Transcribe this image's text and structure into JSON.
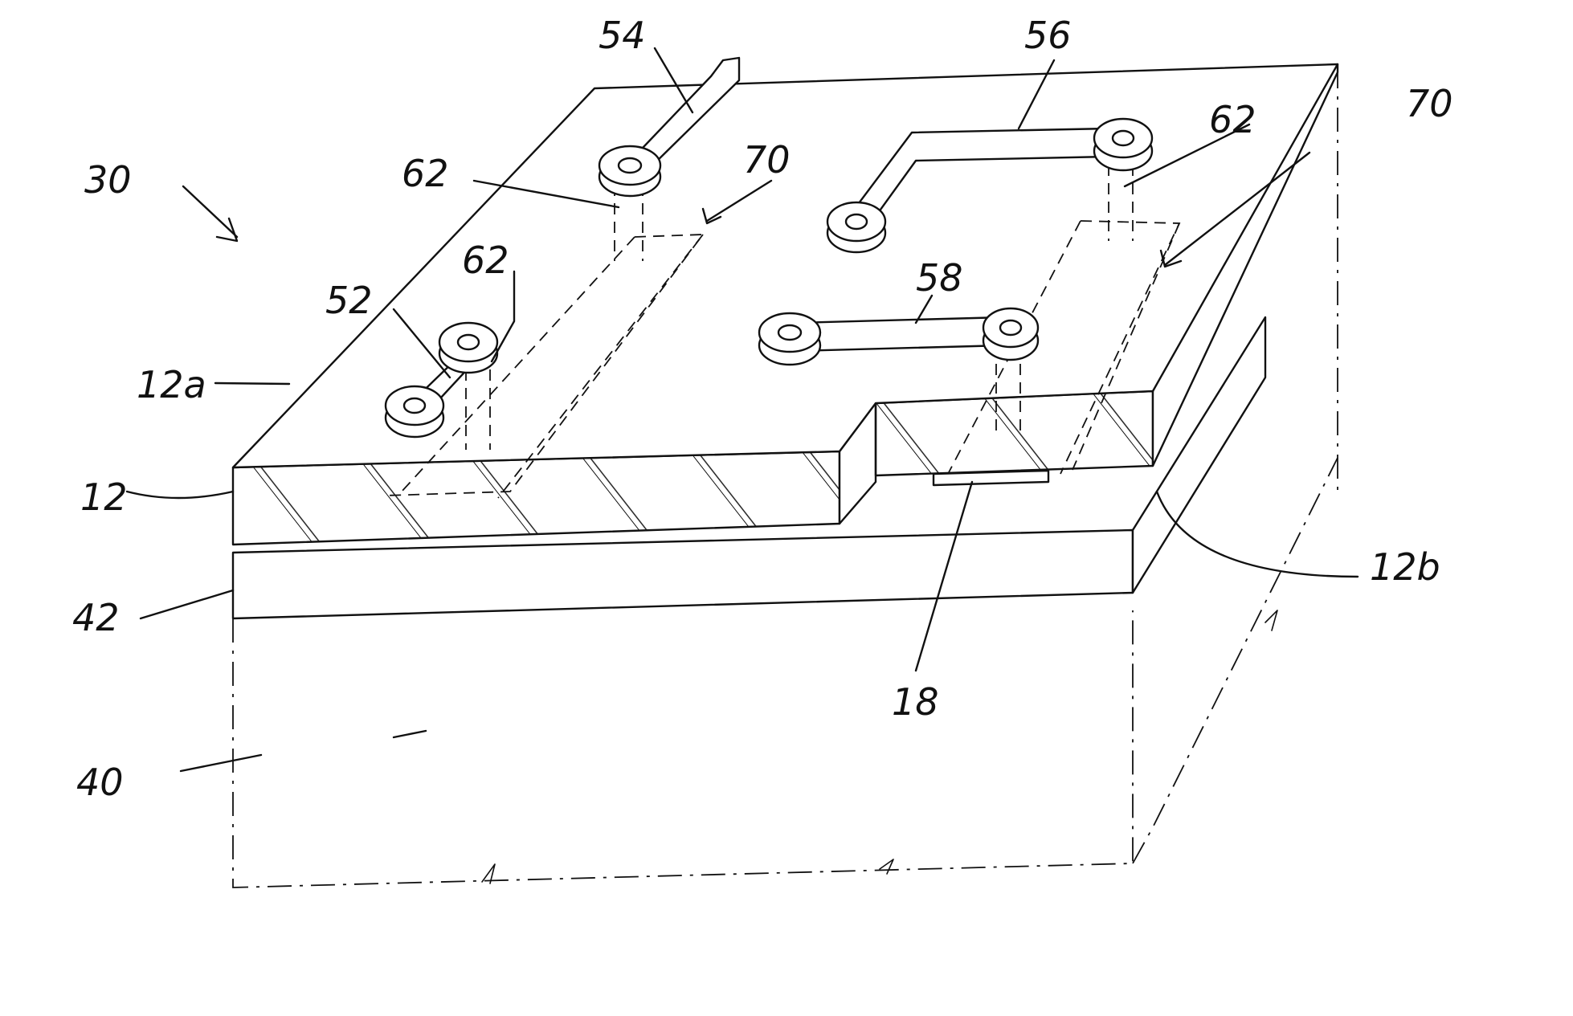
{
  "figure": {
    "labels": {
      "assembly": "30",
      "trace_54": "54",
      "trace_56": "56",
      "via_a": "62",
      "via_b": "62",
      "via_c": "62",
      "region_a": "70",
      "region_b": "70",
      "trace_52": "52",
      "trace_58": "58",
      "top_surface": "12a",
      "layer": "12",
      "layer_bottom": "12b",
      "layer_42": "42",
      "element_18": "18",
      "substrate": "40"
    }
  }
}
